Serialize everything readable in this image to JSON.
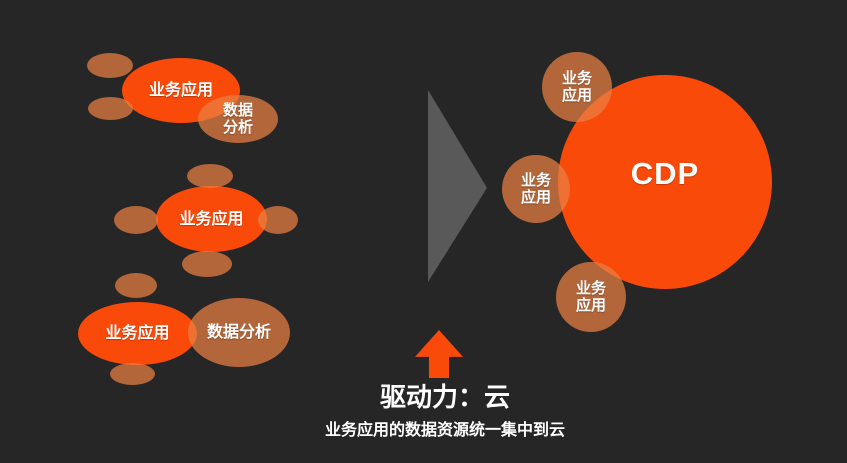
{
  "colors": {
    "background": "#262626",
    "accent_orange": "#FA4A0A",
    "muted_brown_apparent": "#B3673A",
    "muted_brown_fill": "rgba(233,128,66,0.72)",
    "triangle_gray": "#595959",
    "text": "#FFFFFF"
  },
  "left": {
    "cluster1": {
      "main": "业务应用",
      "secondary": {
        "line1": "数据",
        "line2": "分析"
      }
    },
    "cluster2": {
      "main": "业务应用"
    },
    "cluster3": {
      "main": "业务应用",
      "secondary": "数据分析"
    }
  },
  "right": {
    "hub": "CDP",
    "satellites": [
      {
        "line1": "业务",
        "line2": "应用"
      },
      {
        "line1": "业务",
        "line2": "应用"
      },
      {
        "line1": "业务",
        "line2": "应用"
      }
    ]
  },
  "caption": {
    "title": "驱动力：云",
    "subtitle": "业务应用的数据资源统一集中到云"
  }
}
